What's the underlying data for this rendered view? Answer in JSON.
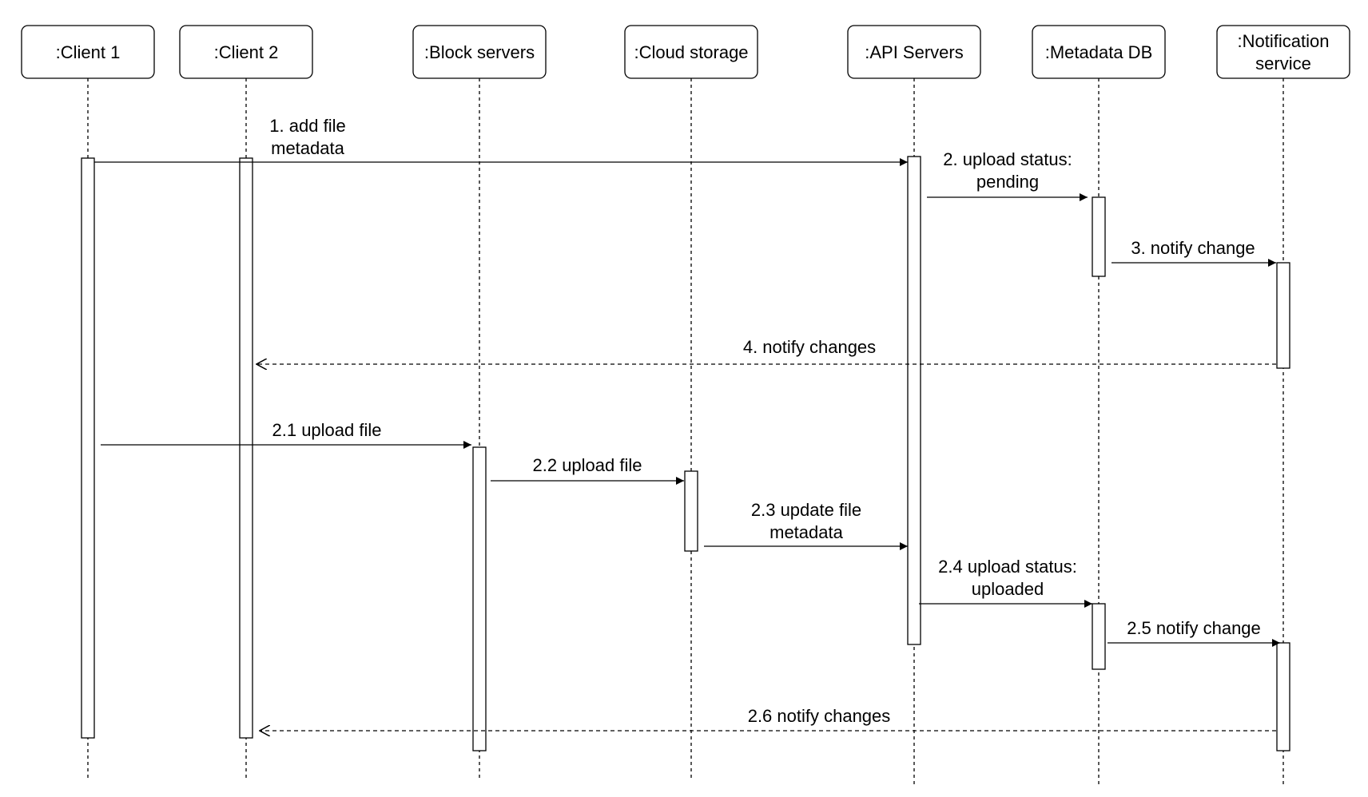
{
  "participants": [
    {
      "lines": [
        ":Client 1"
      ]
    },
    {
      "lines": [
        ":Client 2"
      ]
    },
    {
      "lines": [
        ":Block servers"
      ]
    },
    {
      "lines": [
        ":Cloud storage"
      ]
    },
    {
      "lines": [
        ":API Servers"
      ]
    },
    {
      "lines": [
        ":Metadata DB"
      ]
    },
    {
      "lines": [
        ":Notification",
        "service"
      ]
    }
  ],
  "messages": [
    {
      "lines": [
        "1. add file",
        "metadata"
      ],
      "from": 0,
      "to": 4,
      "style": "solid"
    },
    {
      "lines": [
        "2. upload status:",
        "pending"
      ],
      "from": 4,
      "to": 5,
      "style": "solid"
    },
    {
      "lines": [
        "3. notify change"
      ],
      "from": 5,
      "to": 6,
      "style": "solid"
    },
    {
      "lines": [
        "4. notify changes"
      ],
      "from": 6,
      "to": 1,
      "style": "dashed"
    },
    {
      "lines": [
        "2.1 upload file"
      ],
      "from": 0,
      "to": 2,
      "style": "solid"
    },
    {
      "lines": [
        "2.2 upload file"
      ],
      "from": 2,
      "to": 3,
      "style": "solid"
    },
    {
      "lines": [
        "2.3 update file",
        "metadata"
      ],
      "from": 3,
      "to": 4,
      "style": "solid"
    },
    {
      "lines": [
        "2.4 upload status:",
        "uploaded"
      ],
      "from": 4,
      "to": 5,
      "style": "solid"
    },
    {
      "lines": [
        "2.5 notify change"
      ],
      "from": 5,
      "to": 6,
      "style": "solid"
    },
    {
      "lines": [
        "2.6 notify changes"
      ],
      "from": 6,
      "to": 1,
      "style": "dashed"
    }
  ]
}
